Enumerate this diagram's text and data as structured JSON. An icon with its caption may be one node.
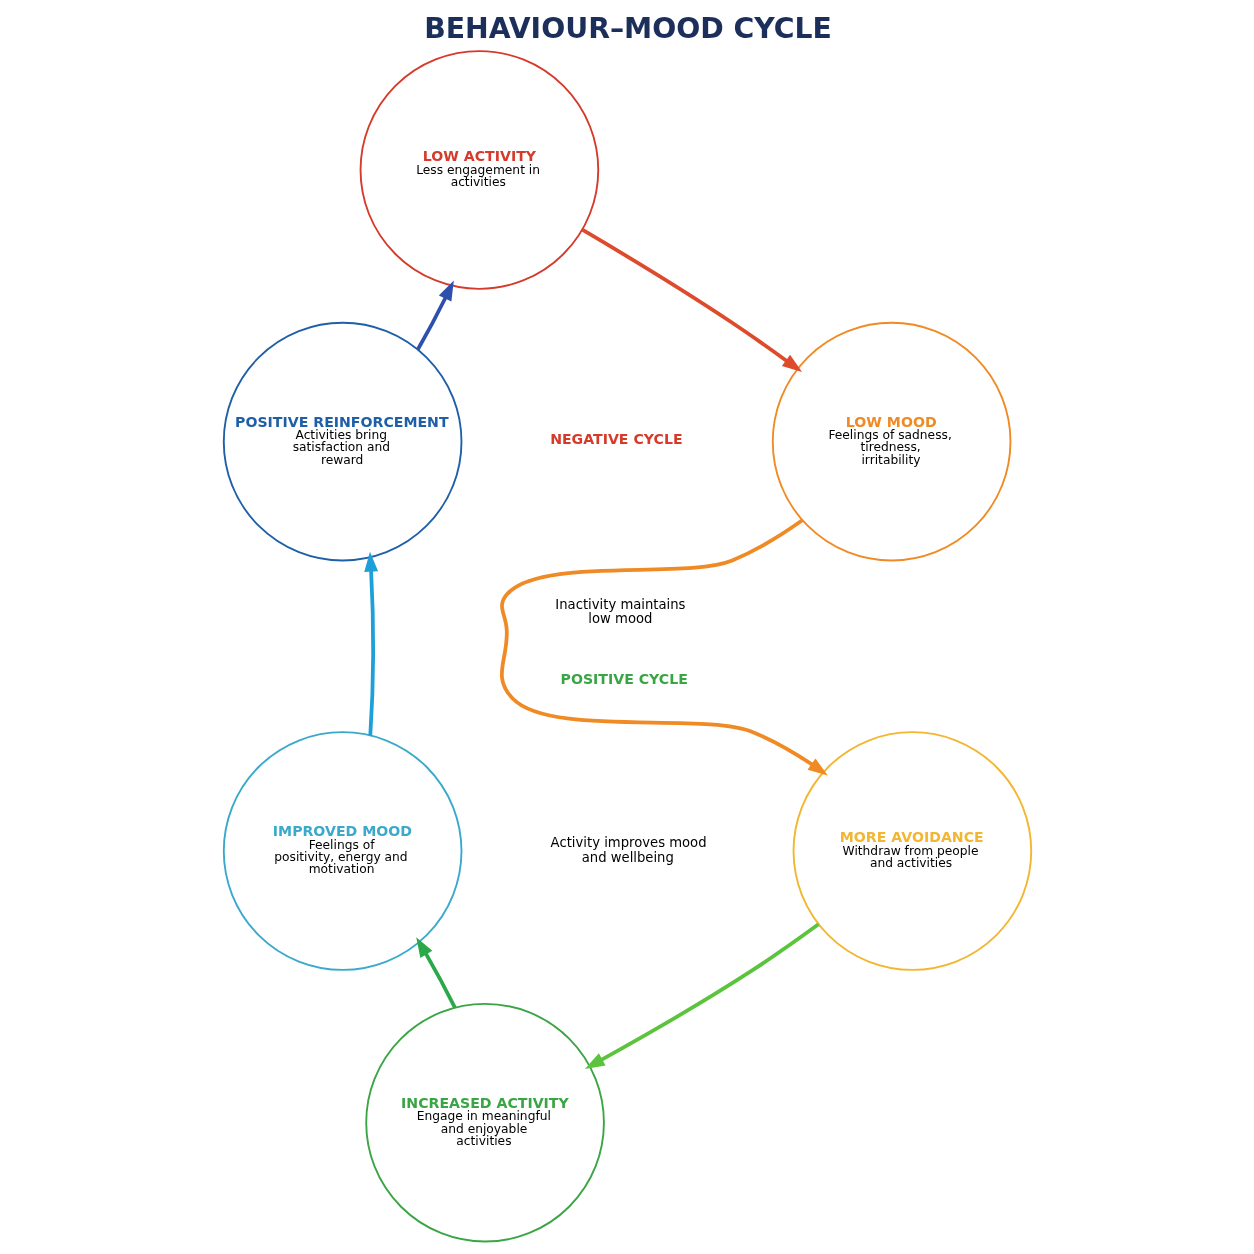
{
  "diagram": {
    "title": "BEHAVIOUR–MOOD CYCLE",
    "nodes": [
      {
        "text": [
          "LOW ACTIVITY",
          "Less engagement in activities"
        ]
      },
      {
        "text": [
          "LOW MOOD",
          "Feelings of sadness, tiredness, irritability"
        ]
      },
      {
        "text": [
          "MORE AVOIDANCE",
          "Withdraw from people and activities"
        ]
      },
      {
        "text": [
          "INCREASED ACTIVITY",
          "Engage in meaningful and enjoyable activities"
        ]
      },
      {
        "text": [
          "IMPROVED MOOD",
          "Feelings of positivity, energy and motivation"
        ]
      },
      {
        "text": [
          "POSITIVE REINFORCEMENT",
          "Activities bring satisfaction and reward"
        ]
      }
    ],
    "edges": [
      {
        "from": 0,
        "to": 1,
        "arrow": "to",
        "color": "#de4a2c"
      },
      {
        "from": 1,
        "to": 2,
        "arrow": "to",
        "color": "#f08a24"
      },
      {
        "from": 2,
        "to": 3,
        "arrow": "to",
        "color": "#5cc43c"
      },
      {
        "from": 3,
        "to": 4,
        "arrow": "to",
        "color": "#2aa84a"
      },
      {
        "from": 4,
        "to": 5,
        "arrow": "to",
        "color": "#1e9fd8"
      },
      {
        "from": 5,
        "to": 0,
        "arrow": "to",
        "color": "#2f4fae"
      }
    ],
    "labels": [
      "NEGATIVE CYCLE",
      "Inactivity maintains low mood",
      "POSITIVE CYCLE",
      "Activity improves mood and wellbeing"
    ]
  }
}
